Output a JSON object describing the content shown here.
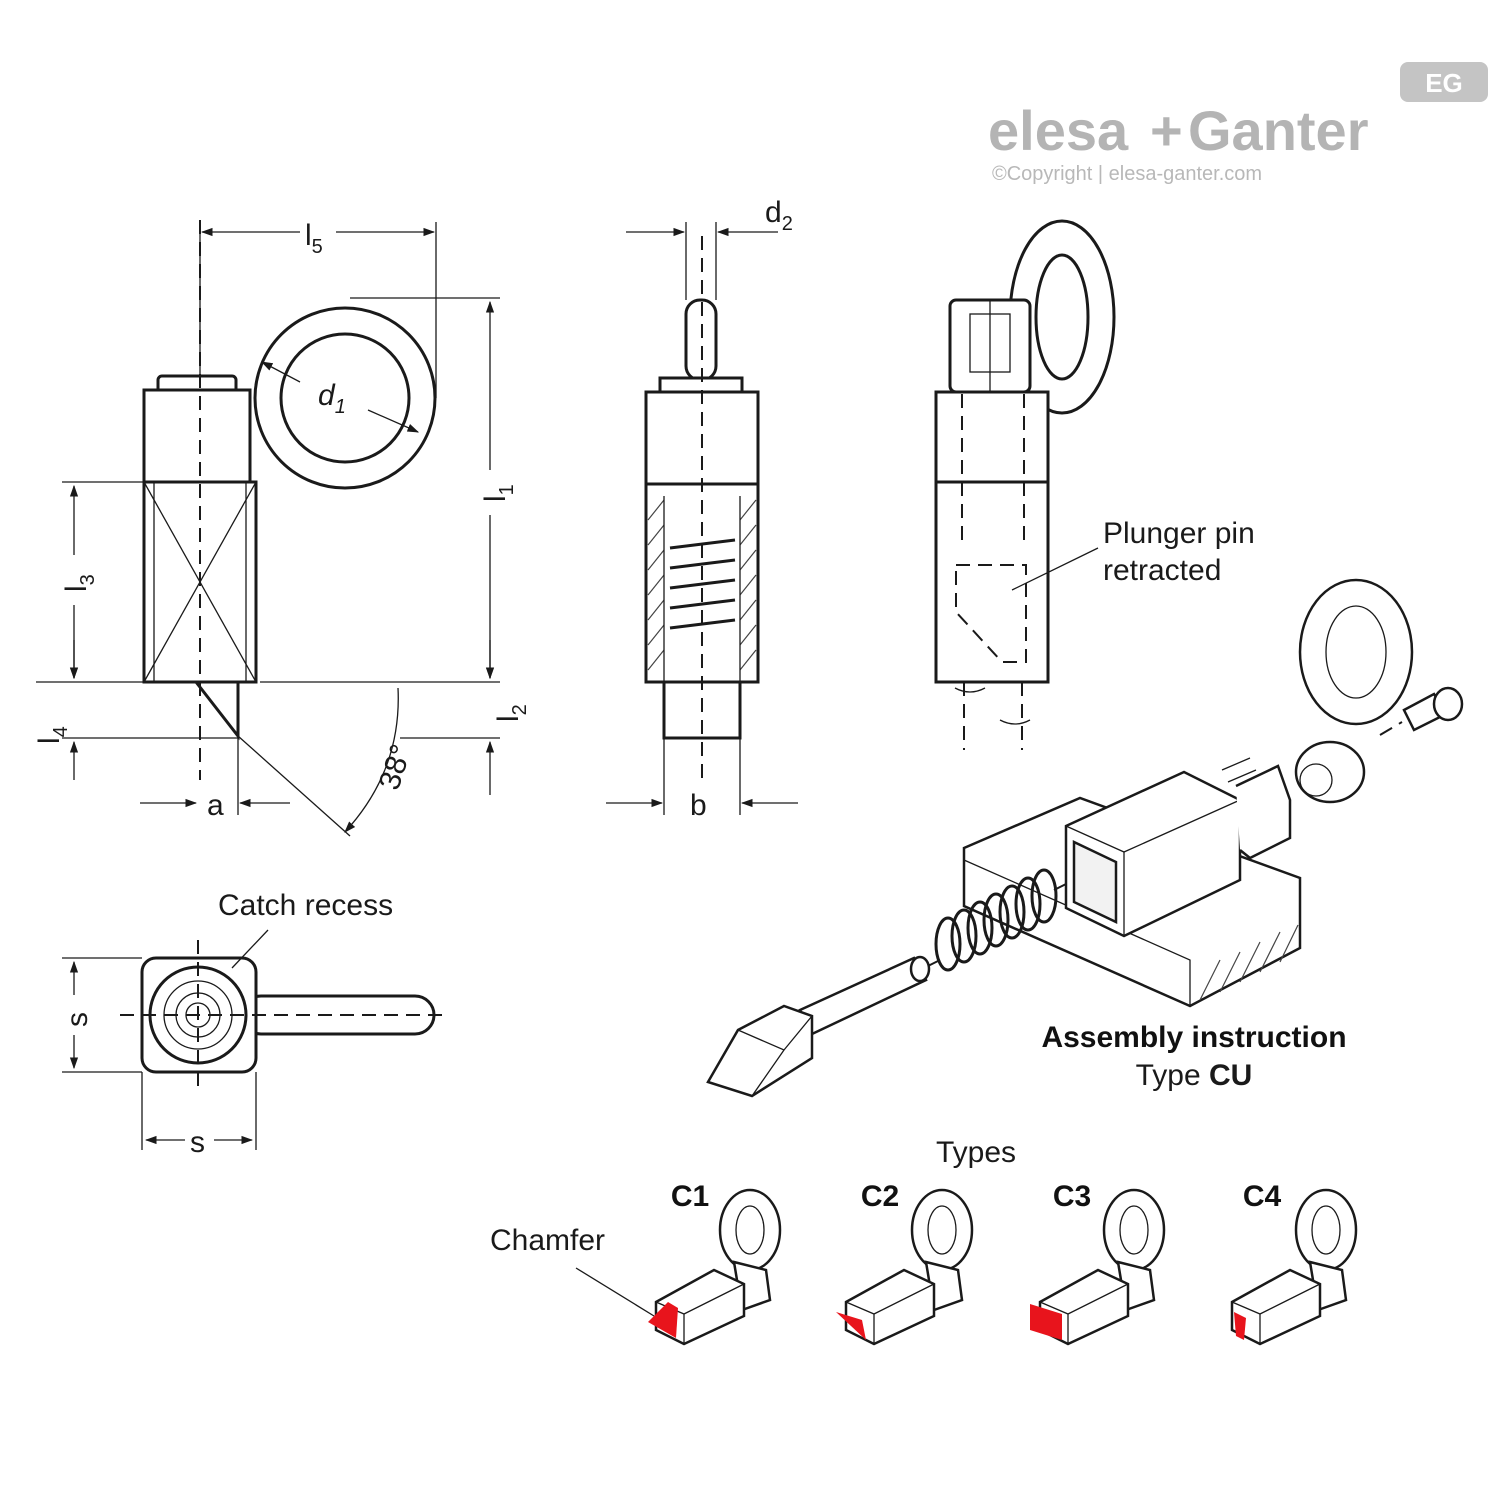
{
  "logo": {
    "brand_left": "elesa",
    "brand_plus": "+",
    "brand_right": "Ganter",
    "badge": "EG",
    "copyright": "©Copyright | elesa-ganter.com",
    "color": "#b4b4b4"
  },
  "dimensions": {
    "l5": {
      "base": "l",
      "sub": "5"
    },
    "d1": {
      "base": "d",
      "sub": "1"
    },
    "l1": {
      "base": "l",
      "sub": "1"
    },
    "l2": {
      "base": "l",
      "sub": "2"
    },
    "l3": {
      "base": "l",
      "sub": "3"
    },
    "l4": {
      "base": "l",
      "sub": "4"
    },
    "d2": {
      "base": "d",
      "sub": "2"
    },
    "a": "a",
    "b": "b",
    "angle": "38°",
    "s_vertical": "s",
    "s_horizontal": "s"
  },
  "annotations": {
    "plunger_line1": "Plunger pin",
    "plunger_line2": "retracted",
    "catch_recess": "Catch recess",
    "chamfer": "Chamfer"
  },
  "assembly": {
    "title": "Assembly instruction",
    "type_prefix": "Type ",
    "type_code": "CU"
  },
  "types": {
    "heading": "Types",
    "items": [
      "C1",
      "C2",
      "C3",
      "C4"
    ],
    "highlight_color": "#e8141c"
  }
}
